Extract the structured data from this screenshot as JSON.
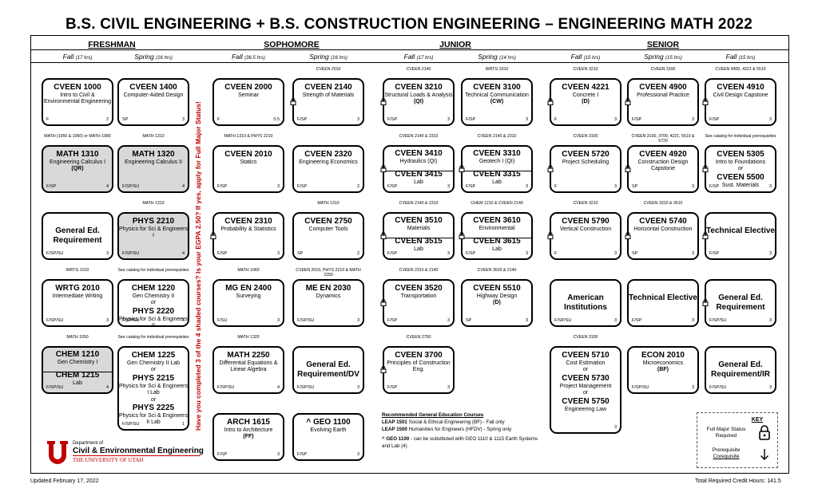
{
  "title": "B.S. CIVIL ENGINEERING + B.S. CONSTRUCTION ENGINEERING – ENGINEERING MATH 2022",
  "years": [
    "FRESHMAN",
    "SOPHOMORE",
    "JUNIOR",
    "SENIOR"
  ],
  "semesters": [
    {
      "t": "Fall",
      "h": "(17 hrs)"
    },
    {
      "t": "Spring",
      "h": "(16 hrs)"
    },
    {
      "t": "Fall",
      "h": "(36.5 hrs)"
    },
    {
      "t": "Spring",
      "h": "(16 hrs)"
    },
    {
      "t": "Fall",
      "h": "(17 hrs)"
    },
    {
      "t": "Spring",
      "h": "(14 hrs)"
    },
    {
      "t": "Fall",
      "h": "(15 hrs)"
    },
    {
      "t": "Spring",
      "h": "(15 hrs)"
    },
    {
      "t": "Fall",
      "h": "(15 hrs)"
    }
  ],
  "vertical_note": "Have you completed 3 of the 4 shaded courses?  Is your EGPA 2.50? If yes, apply for Full Major Status!",
  "cards": [
    {
      "c": "CVEEN 1000",
      "n": "Intro to Civil & Environmental Engineering",
      "f": "F",
      "cr": "2"
    },
    {
      "c": "CVEEN 1400",
      "n": "Computer-Aided Design",
      "f": "SP",
      "cr": "3"
    },
    {
      "c": "MATH 1310",
      "n": "Engineering Calculus I",
      "x": "(QR)",
      "f": "F/SP",
      "cr": "4",
      "pre": "MATH (1050 & 1060) or MATH 1080"
    },
    {
      "c": "MATH 1320",
      "n": "Engineering Calculus II",
      "f": "F/SP/SU",
      "cr": "4",
      "pre": "MATH 1310"
    },
    {
      "g": "General Ed. Requirement",
      "f": "F/SP/SU",
      "cr": "3"
    },
    {
      "c": "PHYS 2210",
      "n": "Physics for Sci & Engineers I",
      "f": "F/SP/SU",
      "cr": "4",
      "pre": "MATH 1310"
    },
    {
      "c": "WRTG 2010",
      "n": "Intermediate Writing",
      "f": "F/SP/SU",
      "cr": "3",
      "pre": "WRTG 1010"
    },
    {
      "c": "CHEM 1220",
      "n": "Gen Chemistry II",
      "or": "or",
      "c2": "PHYS 2220",
      "n2": "Physics for Sci & Engineers II",
      "f": "F/SP/SU",
      "cr": "4",
      "pre": "See catalog for individual prerequisites"
    },
    {
      "c": "CHEM 1210",
      "n": "Gen Chemistry I",
      "c2": "CHEM 1215",
      "n2": "Lab",
      "f": "F/SP/SU",
      "cr": "4",
      "cr2": "1",
      "pre": "MATH 1050"
    },
    {
      "c": "CHEM 1225",
      "n": "Gen Chemistry II Lab",
      "or": "or",
      "c2": "PHYS 2215",
      "n2": "Physics for Sci & Engineers I Lab",
      "c3": "PHYS 2225",
      "n3": "Physics for Sci & Engineers II Lab",
      "f": "F/SP/SU",
      "cr": "1",
      "pre": "See catalog for individual prerequisites"
    },
    {
      "c": "CVEEN 2000",
      "n": "Seminar",
      "f": "F",
      "cr": "0.5"
    },
    {
      "c": "CVEEN 2140",
      "n": "Strength of Materials",
      "f": "F/SP",
      "cr": "3",
      "pre": "CVEEN 2010"
    },
    {
      "c": "CVEEN 2010",
      "n": "Statics",
      "f": "F/SP",
      "cr": "3",
      "pre": "MATH 1310 & PHYS 2210"
    },
    {
      "c": "CVEEN 2320",
      "n": "Engineering Economics",
      "f": "F/SP",
      "cr": "2"
    },
    {
      "c": "CVEEN 2310",
      "n": "Probability & Statistics",
      "f": "F/SP",
      "cr": "3"
    },
    {
      "c": "CVEEN 2750",
      "n": "Computer Tools",
      "f": "SP",
      "cr": "2",
      "pre": "MATH 1310"
    },
    {
      "c": "MG EN 2400",
      "n": "Surveying",
      "f": "F/SU",
      "cr": "3",
      "pre": "MATH 1060"
    },
    {
      "c": "ME EN 2030",
      "n": "Dynamics",
      "f": "F/SP/SU",
      "cr": "3",
      "pre": "CVEEN 2010, PHYS 2210 & MATH 2250"
    },
    {
      "c": "MATH 2250",
      "n": "Differential Equations & Linear Algebra",
      "f": "F/SP/SU",
      "cr": "4",
      "pre": "MATH 1320"
    },
    {
      "g": "General Ed. Requirement/DV",
      "f": "F/SP/SU",
      "cr": "3"
    },
    {
      "c": "ARCH 1615",
      "n": "Intro to Architecture",
      "x": "(FF)",
      "f": "F/SP",
      "cr": "3"
    },
    {
      "c": "^ GEO 1100",
      "n": "Evolving Earth",
      "f": "F/SP",
      "cr": "3"
    },
    {
      "c": "CVEEN 3210",
      "n": "Structural Loads & Analysis",
      "x": "(QI)",
      "f": "F/SP",
      "cr": "3",
      "pre": "CVEEN 2140"
    },
    {
      "c": "CVEEN 3100",
      "n": "Technical Communication",
      "x": "(CW)",
      "f": "F/SP",
      "cr": "3",
      "pre": "WRTG 2010"
    },
    {
      "c": "CVEEN 3410",
      "n": "Hydraulics (QI)",
      "c2": "CVEEN 3415",
      "n2": "Lab",
      "f": "F/SP",
      "cr": "3",
      "cr2": "1",
      "pre": "CVEEN 2140 & 2310"
    },
    {
      "c": "CVEEN 3310",
      "n": "Geotech I (QI)",
      "c2": "CVEEN 3315",
      "n2": "Lab",
      "f": "F/SP",
      "cr": "3",
      "cr2": "1",
      "pre": "CVEEN 2140 & 2310"
    },
    {
      "c": "CVEEN 3510",
      "n": "Materials",
      "c2": "CVEEN 3515",
      "n2": "Lab",
      "f": "F/SP",
      "cr": "3",
      "cr2": "1",
      "pre": "CVEEN 2140 & 2310"
    },
    {
      "c": "CVEEN 3610",
      "n": "Environmental",
      "c2": "CVEEN 3615",
      "n2": "Lab",
      "f": "F/SP",
      "cr": "3",
      "cr2": "1",
      "pre": "CHEM 1210 & CVEEN 2140"
    },
    {
      "c": "CVEEN 3520",
      "n": "Transportation",
      "f": "F/SP",
      "cr": "3",
      "pre": "CVEEN 2310 & 2140"
    },
    {
      "c": "CVEEN 5510",
      "n": "Highway Design",
      "x": "(D)",
      "f": "SP",
      "cr": "3",
      "pre": "CVEEN 3520 & 2140"
    },
    {
      "c": "CVEEN 3700",
      "n": "Principles of Construction Eng.",
      "f": "F/SP",
      "cr": "3",
      "pre": "CVEEN 2750"
    },
    {
      "c": "CVEEN 4221",
      "n": "Concrete I",
      "x": "(D)",
      "f": "F",
      "cr": "3",
      "pre": "CVEEN 3210"
    },
    {
      "c": "CVEEN 4900",
      "n": "Professional Practice",
      "f": "F/SP",
      "cr": "3",
      "pre": "CVEEN 3100"
    },
    {
      "c": "CVEEN 4910",
      "n": "Civil Design Capstone",
      "f": "F/SP",
      "cr": "3",
      "pre": "CVEEN 4900, 4221 & 5510"
    },
    {
      "c": "CVEEN 5720",
      "n": "Project Scheduling",
      "f": "F",
      "cr": "3",
      "pre": "CVEEN 3100"
    },
    {
      "c": "CVEEN 4920",
      "n": "Construction Design Capstone",
      "f": "SP",
      "cr": "3",
      "pre": "CVEEN 3100, 3700, 4221, 5510 & 5720"
    },
    {
      "c": "CVEEN 5305",
      "n": "Intro to Foundations",
      "or": "or",
      "c2": "CVEEN 5500",
      "n2": "Sust. Materials",
      "f": "F/SP",
      "cr": "3",
      "pre": "See catalog for individual prerequisites"
    },
    {
      "c": "CVEEN 5790",
      "n": "Vertical Construction",
      "f": "F",
      "cr": "3",
      "pre": "CVEEN 3210"
    },
    {
      "c": "CVEEN 5740",
      "n": "Horizontal Construction",
      "f": "SP",
      "cr": "3",
      "pre": "CVEEN 3310 & 3510"
    },
    {
      "g": "Technical Elective",
      "f": "F/SP",
      "cr": "3"
    },
    {
      "g": "American Institutions",
      "f": "F/SP/SU",
      "cr": "3"
    },
    {
      "g": "Technical Elective",
      "f": "F/SP",
      "cr": "3"
    },
    {
      "g": "General Ed. Requirement",
      "f": "F/SP/SU",
      "cr": "3"
    },
    {
      "c": "CVEEN 5710",
      "n": "Cost Estimation",
      "or": "or",
      "c2": "CVEEN 5730",
      "n2": "Project Management",
      "c3": "CVEEN 5750",
      "n3": "Engineering Law",
      "f": "",
      "cr": "3",
      "pre": "CVEEN 3100"
    },
    {
      "c": "ECON 2010",
      "n": "Microeconomics",
      "x": "(BF)",
      "f": "F/SP/SU",
      "cr": "3"
    },
    {
      "g": "General Ed. Requirement/IR",
      "f": "F/SP/SU",
      "cr": "3"
    }
  ],
  "gened": {
    "heading": "Recommended General Education Courses",
    "l1b": "LEAP 1501",
    "l1": " Social & Ethical Engineering (BF) - Fall only",
    "l2b": "LEAP 1500",
    "l2": " Humanities for Engineers (HFDV) - Spring only",
    "l3b": "^ GEO 1100",
    "l3": " - can be substituted with GEO 1110 & 1115 Earth Systems and Lab (4)"
  },
  "key": {
    "title": "KEY",
    "status": "Full Major Status Required",
    "prereq": "Prerequisite",
    "coreq": "Corequisite"
  },
  "logo": {
    "dept": "Department of",
    "name": "Civil & Environmental Engineering",
    "uni": "THE UNIVERSITY OF UTAH",
    "color": "#be0000"
  },
  "footer": {
    "updated": "Updated February 17, 2022",
    "total": "Total Required Credit Hours: 141.5"
  }
}
